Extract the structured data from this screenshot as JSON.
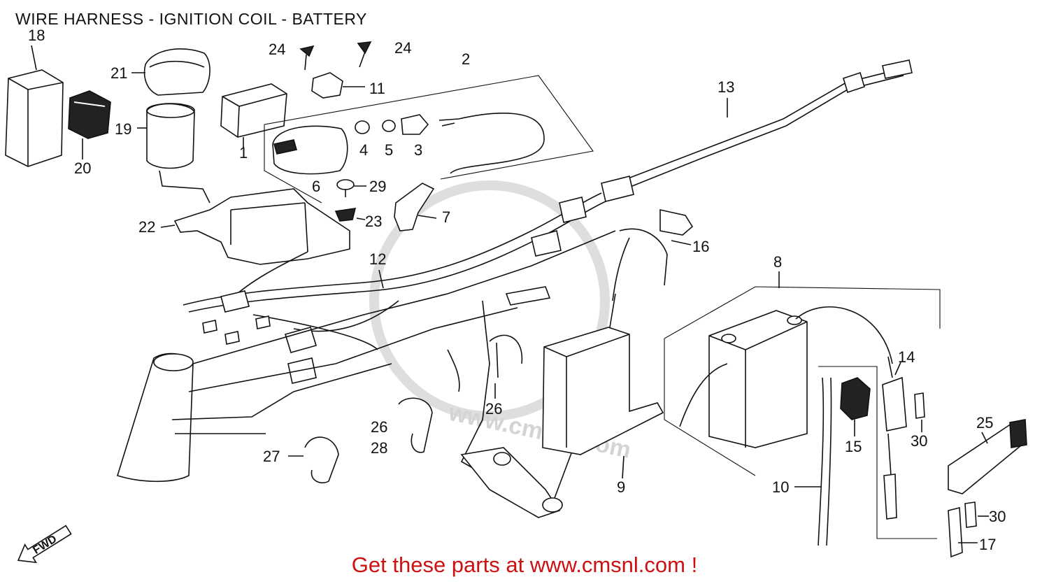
{
  "title": "WIRE HARNESS - IGNITION COIL - BATTERY",
  "footer": "Get these parts at www.cmsnl.com !",
  "watermark": "www.cmsnl.com",
  "fwd_label": "FWD",
  "callouts": {
    "c1": "1",
    "c2": "2",
    "c3": "3",
    "c4": "4",
    "c5": "5",
    "c6": "6",
    "c7": "7",
    "c8": "8",
    "c9": "9",
    "c10": "10",
    "c11": "11",
    "c12": "12",
    "c13": "13",
    "c14": "14",
    "c15": "15",
    "c16": "16",
    "c17": "17",
    "c18": "18",
    "c19": "19",
    "c20": "20",
    "c21": "21",
    "c22": "22",
    "c23": "23",
    "c24a": "24",
    "c24b": "24",
    "c25": "25",
    "c26a": "26",
    "c26b": "26",
    "c27": "27",
    "c28": "28",
    "c29": "29",
    "c30a": "30",
    "c30b": "30"
  },
  "colors": {
    "line": "#111111",
    "footer": "#cc1111",
    "watermark": "#d4d4d4",
    "background": "#ffffff"
  }
}
